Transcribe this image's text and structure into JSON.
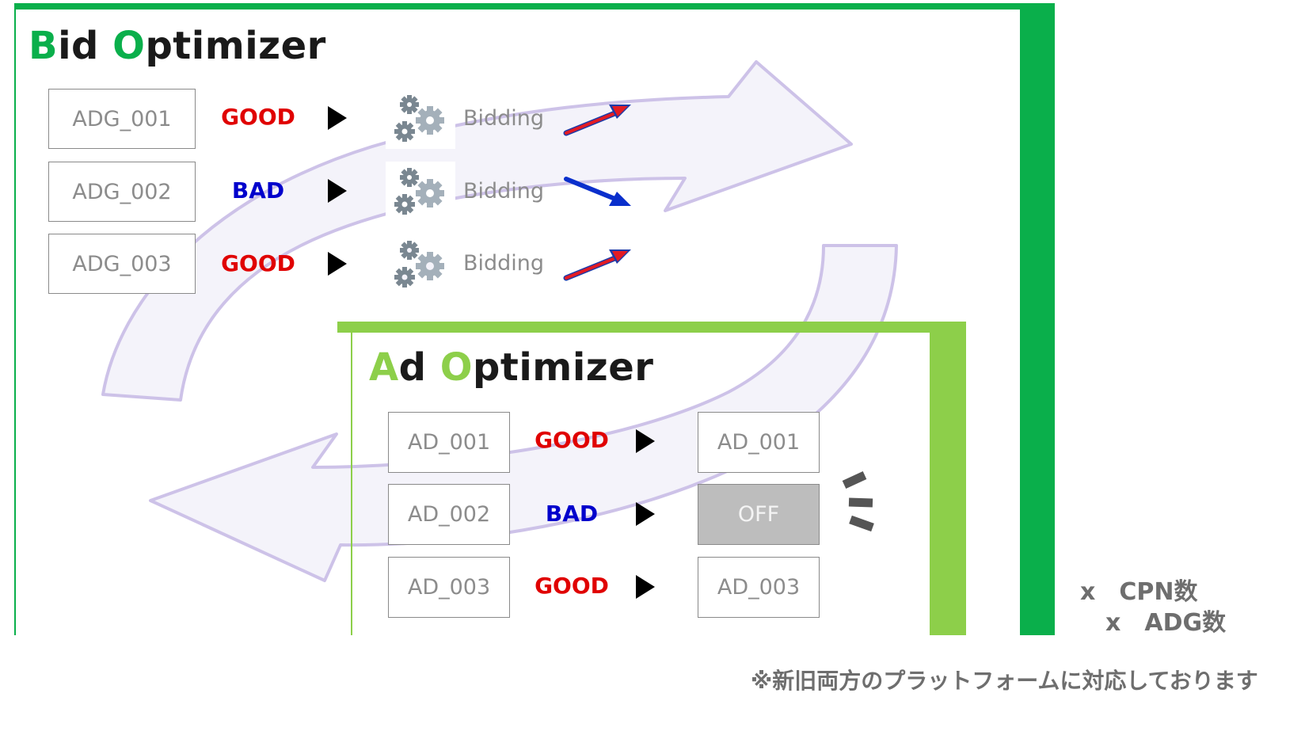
{
  "colors": {
    "bid_green": "#0aaf4b",
    "ad_green": "#8dcf4a",
    "good": "#e00000",
    "bad": "#0000cc",
    "arrow_fill": "#f4f3fa",
    "arrow_stroke": "#cbbfe6"
  },
  "bid_optimizer": {
    "title_first": "B",
    "title_mid": "id ",
    "title_second": "O",
    "title_rest": "ptimizer",
    "rows": [
      {
        "id": "ADG_001",
        "status": "GOOD",
        "action": "Bidding",
        "trend": "up"
      },
      {
        "id": "ADG_002",
        "status": "BAD",
        "action": "Bidding",
        "trend": "down"
      },
      {
        "id": "ADG_003",
        "status": "GOOD",
        "action": "Bidding",
        "trend": "up"
      }
    ]
  },
  "ad_optimizer": {
    "title_first": "A",
    "title_mid": "d ",
    "title_second": "O",
    "title_rest": "ptimizer",
    "rows": [
      {
        "id": "AD_001",
        "status": "GOOD",
        "result": "AD_001"
      },
      {
        "id": "AD_002",
        "status": "BAD",
        "result": "OFF"
      },
      {
        "id": "AD_003",
        "status": "GOOD",
        "result": "AD_003"
      }
    ]
  },
  "multipliers": {
    "line1": "x　CPN数",
    "line2": "x　ADG数"
  },
  "footnote": "※新旧両方のプラットフォームに対応しております"
}
